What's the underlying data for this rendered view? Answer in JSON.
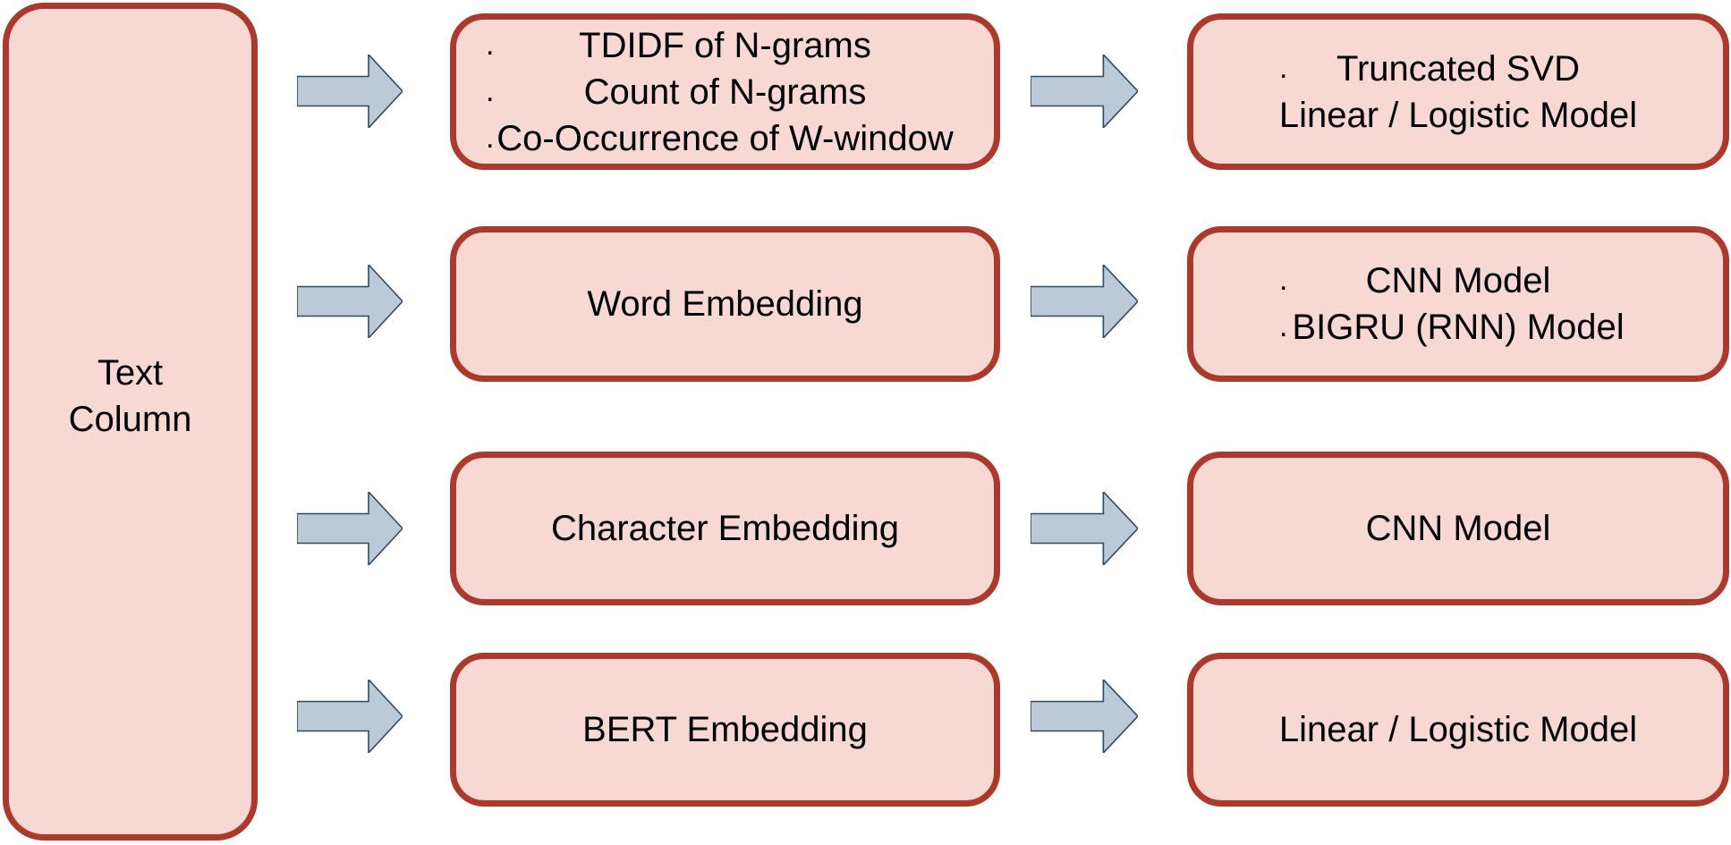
{
  "title": "Text column feature-extraction and model pipeline diagram",
  "colors": {
    "box_fill": "#f8d8d2",
    "box_border": "#ab392c",
    "arrow_fill": "#bcc9d6",
    "arrow_border": "#2e4b66",
    "text": "#000000",
    "background": "#ffffff"
  },
  "glyphs": {
    "bullet": "."
  },
  "source": {
    "label_lines": [
      "Text",
      "Column"
    ]
  },
  "rows": [
    {
      "features": {
        "bulleted": true,
        "lines": [
          "TDIDF of N-grams",
          "Count of N-grams",
          "Co-Occurrence of W-window"
        ]
      },
      "models": {
        "bulleted": true,
        "lines": [
          "Truncated SVD",
          "Linear / Logistic Model"
        ]
      }
    },
    {
      "features": {
        "bulleted": false,
        "lines": [
          "Word Embedding"
        ]
      },
      "models": {
        "bulleted": true,
        "lines": [
          "CNN Model",
          "BIGRU (RNN) Model"
        ]
      }
    },
    {
      "features": {
        "bulleted": false,
        "lines": [
          "Character Embedding"
        ]
      },
      "models": {
        "bulleted": false,
        "lines": [
          "CNN Model"
        ]
      }
    },
    {
      "features": {
        "bulleted": false,
        "lines": [
          "BERT Embedding"
        ]
      },
      "models": {
        "bulleted": false,
        "lines": [
          "Linear / Logistic Model"
        ]
      }
    }
  ]
}
